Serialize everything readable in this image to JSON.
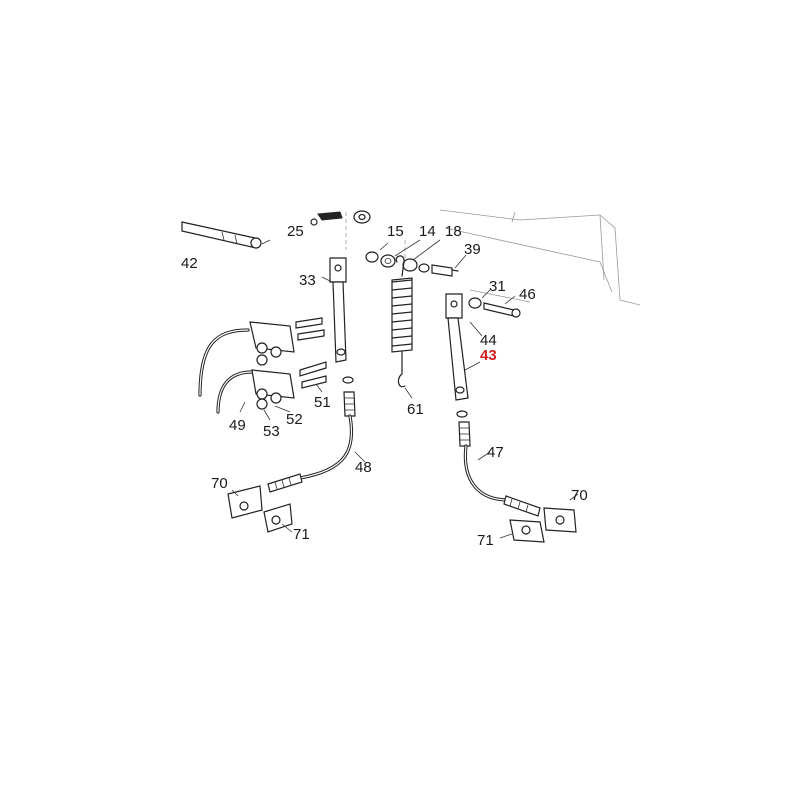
{
  "diagram": {
    "highlight_color": "#d42020",
    "callouts": [
      {
        "id": "c42",
        "text": "42"
      },
      {
        "id": "c25",
        "text": "25"
      },
      {
        "id": "c33",
        "text": "33"
      },
      {
        "id": "c15",
        "text": "15"
      },
      {
        "id": "c14",
        "text": "14"
      },
      {
        "id": "c18",
        "text": "18"
      },
      {
        "id": "c39",
        "text": "39"
      },
      {
        "id": "c31",
        "text": "31"
      },
      {
        "id": "c46",
        "text": "46"
      },
      {
        "id": "c44",
        "text": "44"
      },
      {
        "id": "c43",
        "text": "43",
        "highlighted": true
      },
      {
        "id": "c61",
        "text": "61"
      },
      {
        "id": "c51",
        "text": "51"
      },
      {
        "id": "c52",
        "text": "52"
      },
      {
        "id": "c49",
        "text": "49"
      },
      {
        "id": "c53",
        "text": "53"
      },
      {
        "id": "c48",
        "text": "48"
      },
      {
        "id": "c47",
        "text": "47"
      },
      {
        "id": "c70a",
        "text": "70"
      },
      {
        "id": "c71a",
        "text": "71"
      },
      {
        "id": "c70b",
        "text": "70"
      },
      {
        "id": "c71b",
        "text": "71"
      }
    ]
  }
}
